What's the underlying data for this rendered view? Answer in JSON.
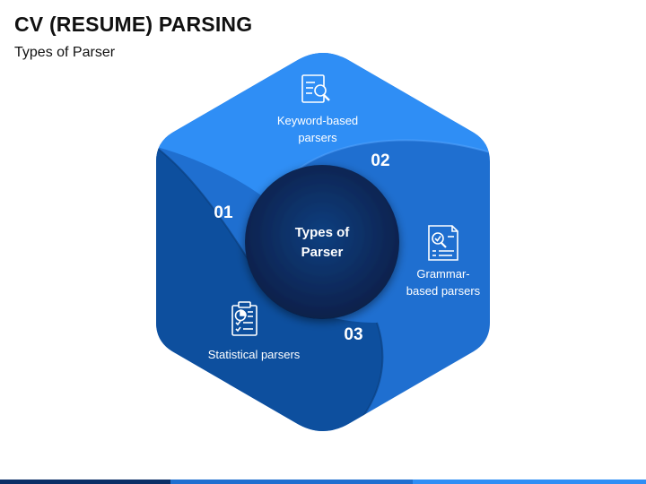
{
  "title": "CV (RESUME) PARSING",
  "subtitle": "Types of Parser",
  "center": {
    "line1": "Types of",
    "line2": "Parser"
  },
  "segments": [
    {
      "number": "01",
      "label_lines": [
        "Keyword-based",
        "parsers"
      ],
      "icon": "document-search-icon",
      "color": "#2f8ef5"
    },
    {
      "number": "02",
      "label_lines": [
        "Grammar-",
        "based parsers"
      ],
      "icon": "checklist-magnifier-icon",
      "color": "#1f6fd0"
    },
    {
      "number": "03",
      "label_lines": [
        "Statistical parsers"
      ],
      "icon": "report-chart-icon",
      "color": "#0d4f9e"
    }
  ],
  "colors": {
    "light": "#2f8ef5",
    "mid": "#1f6fd0",
    "dark": "#0d4f9e",
    "center": "#0a2f66"
  }
}
